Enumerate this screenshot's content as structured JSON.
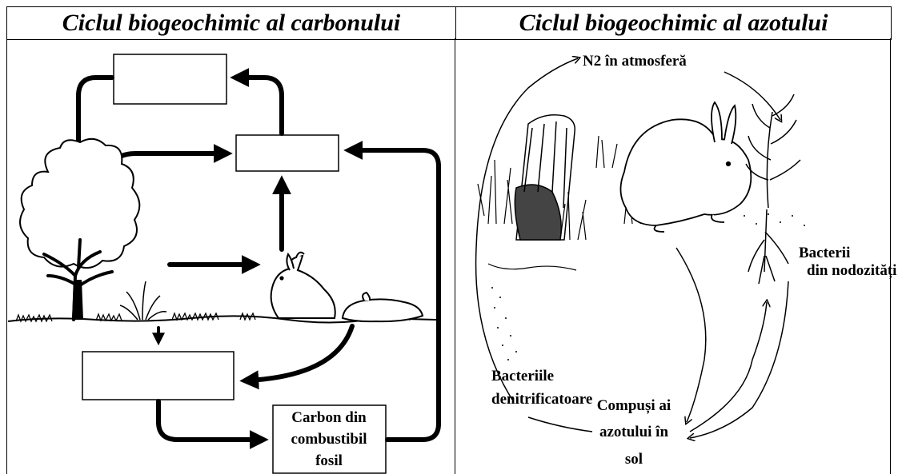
{
  "headers": {
    "carbon": "Ciclul biogeochimic al carbonului",
    "nitrogen": "Ciclul biogeochimic al azotului"
  },
  "carbon_cycle": {
    "fossil_box": [
      "Carbon din",
      "combustibil",
      "fosil"
    ],
    "empty_boxes": [
      "top-box",
      "middle-box",
      "bottom-box"
    ]
  },
  "nitrogen_cycle": {
    "atmosphere": "N2 în atmosferă",
    "nodule_bacteria": [
      "Bacterii",
      "din nodozități"
    ],
    "denitrifying": [
      "Bacteriile",
      "denitrificatoare"
    ],
    "soil_compounds": [
      "Compuși ai",
      "azotului în",
      "sol"
    ]
  }
}
